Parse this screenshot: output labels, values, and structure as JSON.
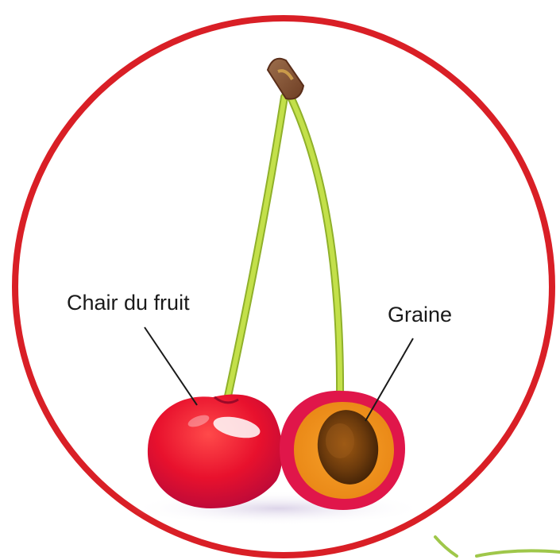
{
  "diagram": {
    "labels": {
      "flesh": "Chair du fruit",
      "seed": "Graine"
    },
    "parts": [
      "stem-tip",
      "stems",
      "whole-cherry",
      "cut-cherry",
      "pit"
    ],
    "colors": {
      "frame": "#d91f26",
      "cherry": "#e8112d",
      "cherry_dark": "#b30a30",
      "stem": "#b5d334",
      "flesh": "#f0951e",
      "pit": "#6b3a0c",
      "stem_tip": "#8a5a3a"
    }
  }
}
